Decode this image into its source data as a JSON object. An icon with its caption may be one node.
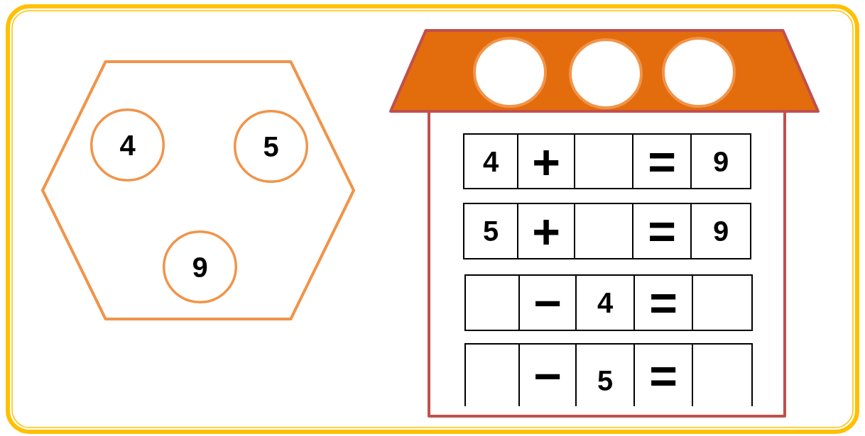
{
  "diagram": {
    "nodes": [
      {
        "text": [],
        "shape": "hexagon"
      },
      {
        "text": [
          "4"
        ],
        "in": 0
      },
      {
        "text": [
          "5"
        ],
        "in": 0
      },
      {
        "text": [
          "9"
        ],
        "in": 0
      },
      {
        "text": [],
        "shape": "trapezoid"
      },
      {
        "text": [],
        "shape": "circle",
        "in": 4
      },
      {
        "text": [],
        "shape": "circle",
        "in": 4
      },
      {
        "text": [],
        "shape": "circle",
        "in": 4
      },
      {
        "text": [],
        "shape": "box"
      }
    ],
    "edges": [],
    "labels": [
      "4",
      "+",
      "=",
      "9",
      "5",
      "+",
      "=",
      "9",
      "−",
      "4",
      "=",
      "−",
      "5",
      "="
    ]
  }
}
